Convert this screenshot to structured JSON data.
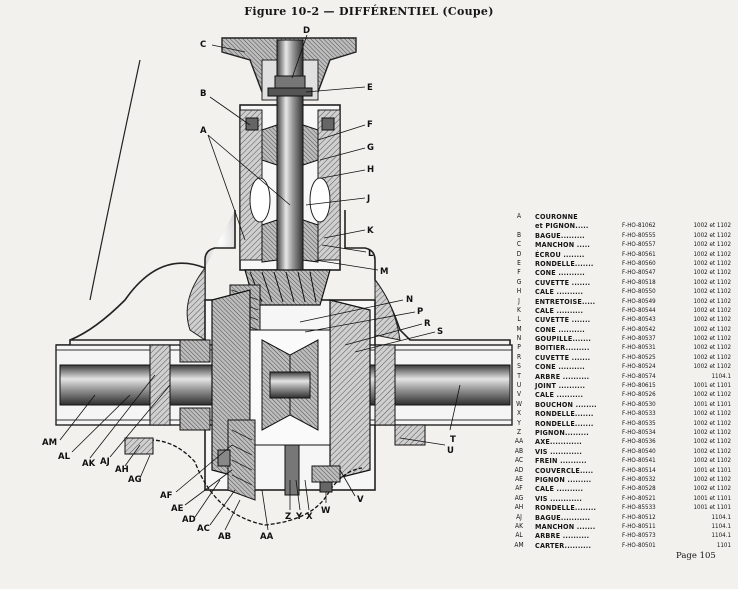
{
  "title": "Figure 10-2 — DIFFÉRENTIEL (Coupe)",
  "page_number": "Page 105",
  "callouts": {
    "C": "C",
    "D": "D",
    "E": "E",
    "B": "B",
    "A": "A",
    "F": "F",
    "G": "G",
    "H": "H",
    "J": "J",
    "K": "K",
    "L": "L",
    "M": "M",
    "N": "N",
    "P": "P",
    "R": "R",
    "S": "S",
    "AM": "AM",
    "AL": "AL",
    "AK": "AK",
    "AJ": "AJ",
    "AH": "AH",
    "AG": "AG",
    "U": "U",
    "T": "T",
    "V": "V",
    "AF": "AF",
    "AE": "AE",
    "AD": "AD",
    "AC": "AC",
    "AB": "AB",
    "AA": "AA",
    "Z": "Z",
    "Y": "Y",
    "X": "X",
    "W": "W"
  },
  "parts": [
    {
      "key": "A",
      "name": "COURONNE",
      "ref": "",
      "models": ""
    },
    {
      "key": "",
      "name": "et PIGNON.....",
      "ref": "F-HO-81062",
      "models": "1002 et 1102"
    },
    {
      "key": "B",
      "name": "BAGUE.........",
      "ref": "F-HO-80555",
      "models": "1002 et 1102"
    },
    {
      "key": "C",
      "name": "MANCHON .....",
      "ref": "F-HO-80557",
      "models": "1002 et 1102"
    },
    {
      "key": "D",
      "name": "ÉCROU ........",
      "ref": "F-HO-80561",
      "models": "1002 et 1102"
    },
    {
      "key": "E",
      "name": "RONDELLE.......",
      "ref": "F-HO-80560",
      "models": "1002 et 1102"
    },
    {
      "key": "F",
      "name": "CONE ..........",
      "ref": "F-HO-80547",
      "models": "1002 et 1102"
    },
    {
      "key": "G",
      "name": "CUVETTE .......",
      "ref": "F-HO-80518",
      "models": "1002 et 1102"
    },
    {
      "key": "H",
      "name": "CALE ..........",
      "ref": "F-HO-80550",
      "models": "1002 et 1102"
    },
    {
      "key": "J",
      "name": "ENTRETOISE.....",
      "ref": "F-HO-80549",
      "models": "1002 et 1102"
    },
    {
      "key": "K",
      "name": "CALE ..........",
      "ref": "F-HO-80544",
      "models": "1002 et 1102"
    },
    {
      "key": "L",
      "name": "CUVETTE .......",
      "ref": "F-HO-80543",
      "models": "1002 et 1102"
    },
    {
      "key": "M",
      "name": "CONE ..........",
      "ref": "F-HO-80542",
      "models": "1002 et 1102"
    },
    {
      "key": "N",
      "name": "GOUPILLE.......",
      "ref": "F-HO-80537",
      "models": "1002 et 1102"
    },
    {
      "key": "P",
      "name": "BOITIER.........",
      "ref": "F-HO-80531",
      "models": "1002 et 1102"
    },
    {
      "key": "R",
      "name": "CUVETTE .......",
      "ref": "F-HO-80525",
      "models": "1002 et 1102"
    },
    {
      "key": "S",
      "name": "CONE ..........",
      "ref": "F-HO-80524",
      "models": "1002 et 1102"
    },
    {
      "key": "T",
      "name": "ARBRE ..........",
      "ref": "F-HO-80574",
      "models": "1104.1"
    },
    {
      "key": "U",
      "name": "JOINT ..........",
      "ref": "F-HO-80615",
      "models": "1001 et 1101"
    },
    {
      "key": "V",
      "name": "CALE ..........",
      "ref": "F-HO-80526",
      "models": "1002 et 1102"
    },
    {
      "key": "W",
      "name": "BOUCHON ........",
      "ref": "F-HO-80530",
      "models": "1001 et 1101"
    },
    {
      "key": "X",
      "name": "RONDELLE.......",
      "ref": "F-HO-80533",
      "models": "1002 et 1102"
    },
    {
      "key": "Y",
      "name": "RONDELLE.......",
      "ref": "F-HO-80535",
      "models": "1002 et 1102"
    },
    {
      "key": "Z",
      "name": "PIGNON.........",
      "ref": "F-HO-80534",
      "models": "1002 et 1102"
    },
    {
      "key": "AA",
      "name": "AXE............",
      "ref": "F-HO-80536",
      "models": "1002 et 1102"
    },
    {
      "key": "AB",
      "name": "VIS ............",
      "ref": "F-HO-80540",
      "models": "1002 et 1102"
    },
    {
      "key": "AC",
      "name": "FREIN ..........",
      "ref": "F-HO-80541",
      "models": "1002 et 1102"
    },
    {
      "key": "AD",
      "name": "COUVERCLE.....",
      "ref": "F-HO-80514",
      "models": "1001 et 1101"
    },
    {
      "key": "AE",
      "name": "PIGNON .........",
      "ref": "F-HO-80532",
      "models": "1002 et 1102"
    },
    {
      "key": "AF",
      "name": "CALE ..........",
      "ref": "F-HO-80528",
      "models": "1002 et 1102"
    },
    {
      "key": "AG",
      "name": "VIS ............",
      "ref": "F-HO-80521",
      "models": "1001 et 1101"
    },
    {
      "key": "AH",
      "name": "RONDELLE........",
      "ref": "F-HO-85533",
      "models": "1001 et 1101"
    },
    {
      "key": "AJ",
      "name": "BAGUE...........",
      "ref": "F-HO-80512",
      "models": "1104.1"
    },
    {
      "key": "AK",
      "name": "MANCHON .......",
      "ref": "F-HO-80511",
      "models": "1104.1"
    },
    {
      "key": "AL",
      "name": "ARBRE ..........",
      "ref": "F-HO-80573",
      "models": "1104.1"
    },
    {
      "key": "AM",
      "name": "CARTER..........",
      "ref": "F-HO-80501",
      "models": "1101"
    }
  ]
}
